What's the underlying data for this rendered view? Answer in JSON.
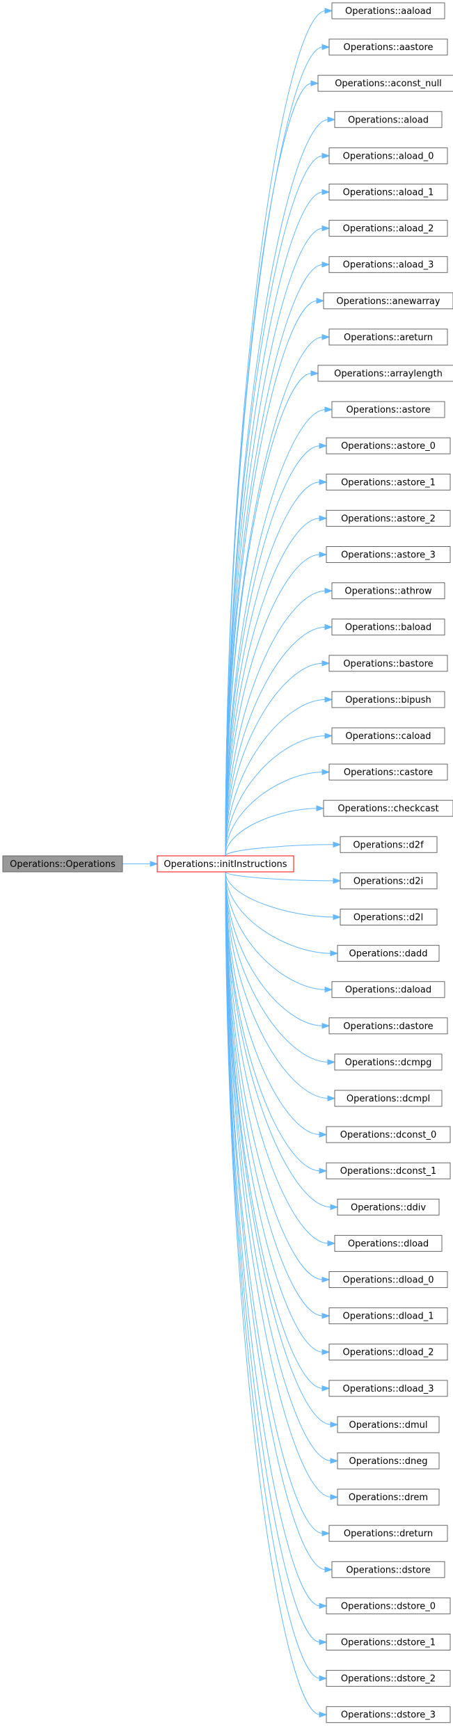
{
  "colors": {
    "edge": "#63b8ff",
    "root_fill": "#999999",
    "node_border": "#666666",
    "center_border": "#ff0000"
  },
  "root": {
    "label": "Operations::Operations"
  },
  "center": {
    "label": "Operations::initInstructions"
  },
  "callees": [
    "Operations::aaload",
    "Operations::aastore",
    "Operations::aconst_null",
    "Operations::aload",
    "Operations::aload_0",
    "Operations::aload_1",
    "Operations::aload_2",
    "Operations::aload_3",
    "Operations::anewarray",
    "Operations::areturn",
    "Operations::arraylength",
    "Operations::astore",
    "Operations::astore_0",
    "Operations::astore_1",
    "Operations::astore_2",
    "Operations::astore_3",
    "Operations::athrow",
    "Operations::baload",
    "Operations::bastore",
    "Operations::bipush",
    "Operations::caload",
    "Operations::castore",
    "Operations::checkcast",
    "Operations::d2f",
    "Operations::d2i",
    "Operations::d2l",
    "Operations::dadd",
    "Operations::daload",
    "Operations::dastore",
    "Operations::dcmpg",
    "Operations::dcmpl",
    "Operations::dconst_0",
    "Operations::dconst_1",
    "Operations::ddiv",
    "Operations::dload",
    "Operations::dload_0",
    "Operations::dload_1",
    "Operations::dload_2",
    "Operations::dload_3",
    "Operations::dmul",
    "Operations::dneg",
    "Operations::drem",
    "Operations::dreturn",
    "Operations::dstore",
    "Operations::dstore_0",
    "Operations::dstore_1",
    "Operations::dstore_2",
    "Operations::dstore_3"
  ]
}
